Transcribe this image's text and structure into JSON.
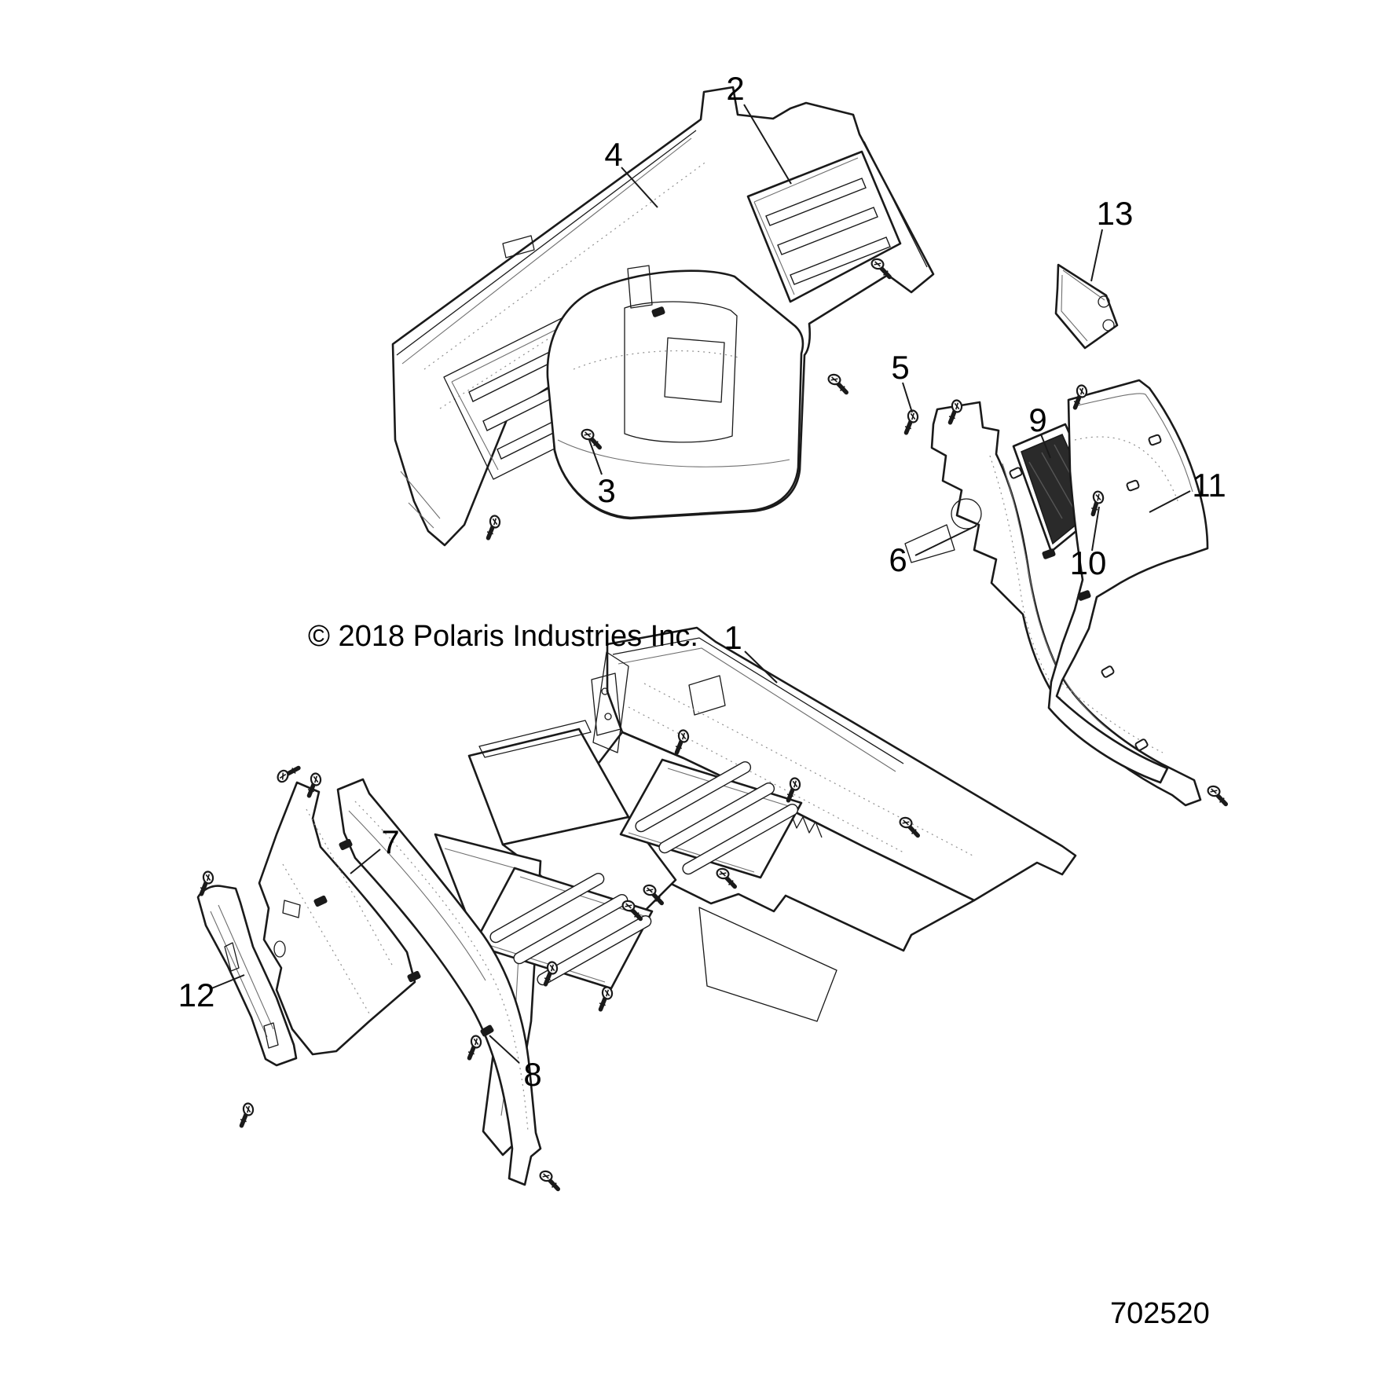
{
  "diagram": {
    "copyright": "© 2018 Polaris Industries Inc.",
    "part_number": "702520",
    "colors": {
      "background": "#ffffff",
      "line": "#1a1a1a",
      "mesh": "#2a2a2a",
      "hidden": "#8f8f8f"
    },
    "callouts": [
      {
        "label": "1"
      },
      {
        "label": "2"
      },
      {
        "label": "3"
      },
      {
        "label": "4"
      },
      {
        "label": "5"
      },
      {
        "label": "6"
      },
      {
        "label": "7"
      },
      {
        "label": "8"
      },
      {
        "label": "9"
      },
      {
        "label": "10"
      },
      {
        "label": "11"
      },
      {
        "label": "12"
      },
      {
        "label": "13"
      }
    ]
  }
}
